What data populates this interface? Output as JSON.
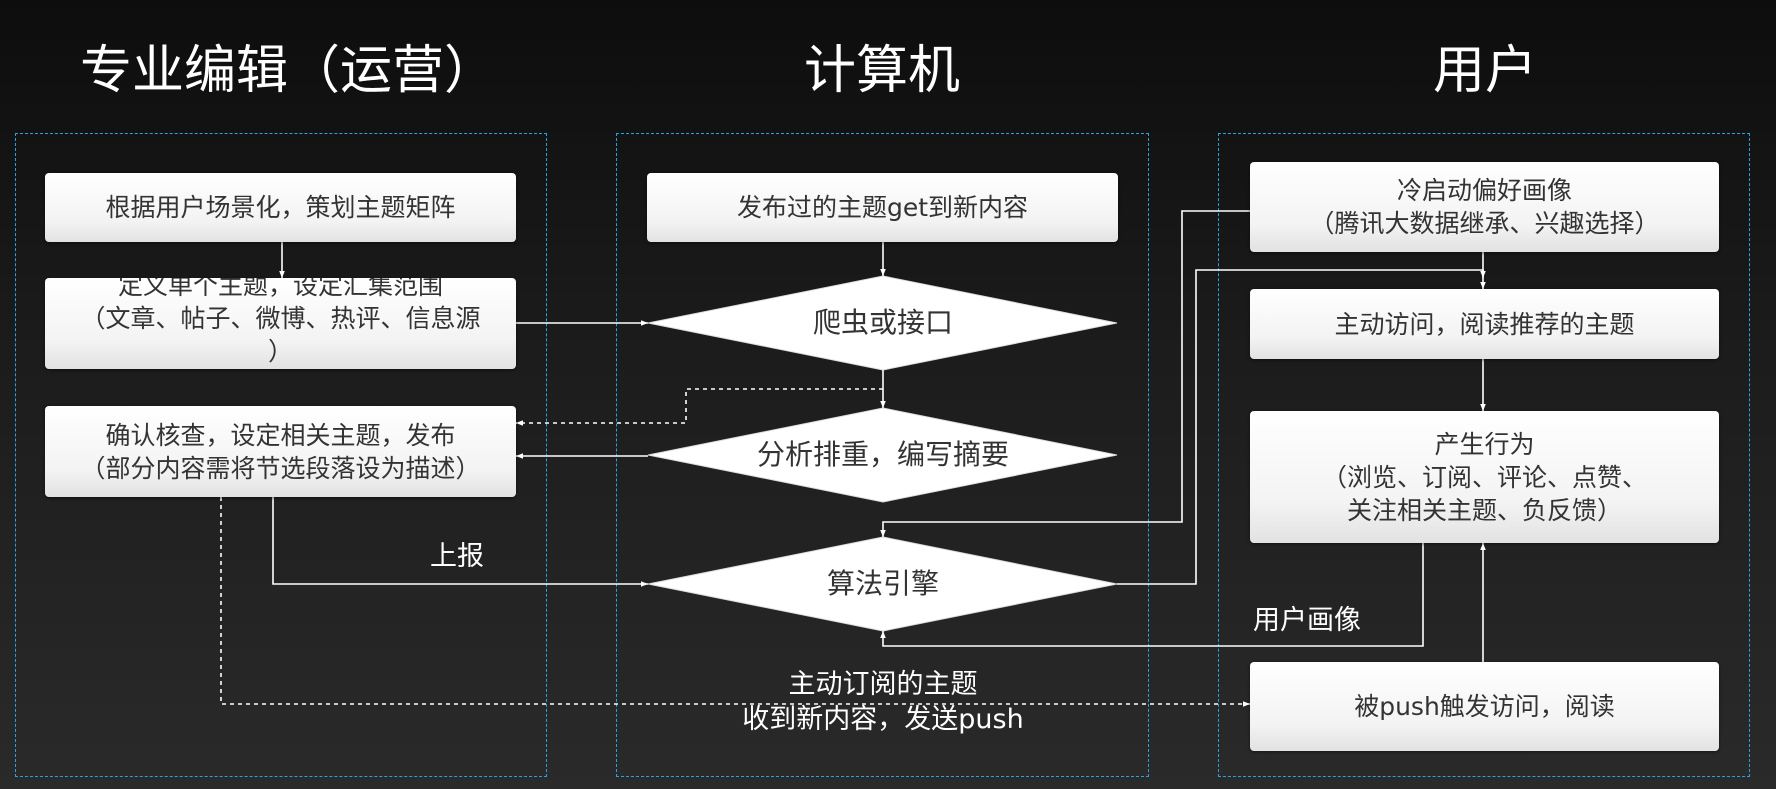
{
  "lanes": {
    "editor": {
      "title": "专业编辑（运营）"
    },
    "computer": {
      "title": "计算机"
    },
    "user": {
      "title": "用户"
    }
  },
  "editor_boxes": {
    "plan_matrix": "根据用户场景化，策划主题矩阵",
    "define_topic": {
      "line1": "定义单个主题，设定汇集范围",
      "line2": "（文章、帖子、微博、热评、信息源",
      "line3": "）"
    },
    "confirm_publish": {
      "line1": "确认核查，设定相关主题，发布",
      "line2": "（部分内容需将节选段落设为描述）"
    }
  },
  "computer_nodes": {
    "published_get": "发布过的主题get到新内容",
    "crawler": "爬虫或接口",
    "analyze": "分析排重，编写摘要",
    "engine": "算法引擎"
  },
  "user_boxes": {
    "cold_start": {
      "line1": "冷启动偏好画像",
      "line2": "（腾讯大数据继承、兴趣选择）"
    },
    "active_visit": "主动访问，阅读推荐的主题",
    "behavior": {
      "line1": "产生行为",
      "line2": "（浏览、订阅、评论、点赞、",
      "line3": "关注相关主题、负反馈）"
    },
    "push_visit": "被push触发访问，阅读"
  },
  "labels": {
    "report": "上报",
    "user_profile": "用户画像",
    "subscribed_line1": "主动订阅的主题",
    "subscribed_line2": "收到新内容，发送push"
  },
  "colors": {
    "lane_border": "#29a3e0",
    "box_fill": "#ffffff",
    "line": "#ffffff"
  }
}
